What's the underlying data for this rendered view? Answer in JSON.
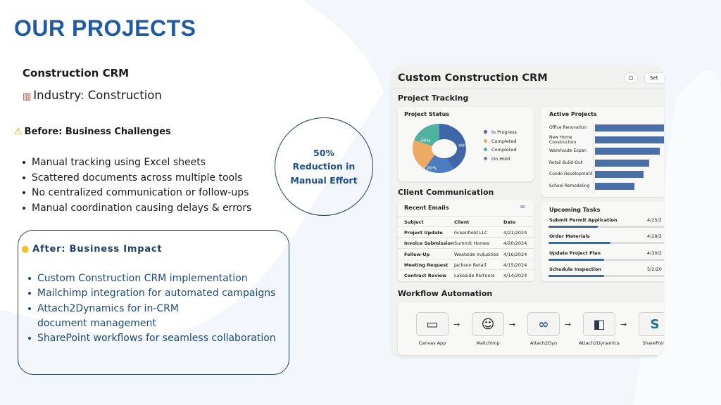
{
  "title": "OUR PROJECTS",
  "project_name": "Construction CRM",
  "industry": "Industry: Construction",
  "before": {
    "heading": "Before: Business Challenges",
    "items": [
      "Manual tracking using Excel sheets",
      "Scattered documents across multiple tools",
      "No centralized communication or follow-ups",
      "Manual coordination causing delays & errors"
    ]
  },
  "stat": {
    "value": "50%",
    "line1": "Reduction in",
    "line2": "Manual Effort"
  },
  "after": {
    "heading": "After: Business Impact",
    "items": [
      "Custom Construction CRM implementation",
      "Mailchimp integration for automated campaigns",
      "Attach2Dynamics for in-CRM document management",
      "SharePoint workflows for seamless collaboration"
    ]
  },
  "crm": {
    "title": "Custom Construction CRM",
    "settings_label": "Set",
    "tracking_heading": "Project Tracking",
    "status": {
      "title": "Project Status",
      "slices": [
        {
          "label": "40%",
          "value": 40,
          "color": "#3f67a8"
        },
        {
          "label": "",
          "value": 20,
          "color": "#4b7cc0"
        },
        {
          "label": "20%",
          "value": 20,
          "color": "#eeaa62"
        },
        {
          "label": "20%",
          "value": 20,
          "color": "#4fb3a0"
        }
      ],
      "legend": [
        {
          "label": "In Progress",
          "color": "#3f67a8"
        },
        {
          "label": "Completed",
          "color": "#eeaa62"
        },
        {
          "label": "Completed",
          "color": "#4fb3a0"
        },
        {
          "label": "On Hold",
          "color": "#9b6fbf"
        }
      ]
    },
    "active": {
      "title": "Active Projects",
      "projects": [
        {
          "name": "Office Renovation",
          "value": 100
        },
        {
          "name": "New Home Construction",
          "value": 100
        },
        {
          "name": "Warehoute Expan",
          "value": 88
        },
        {
          "name": "Retail Build-Out",
          "value": 74
        },
        {
          "name": "Condo Development",
          "value": 66
        },
        {
          "name": "School Remodeling",
          "value": 54
        }
      ]
    },
    "comm_heading": "Client Communication",
    "emails": {
      "title": "Recent Emails",
      "headers": [
        "Subject",
        "Client",
        "Date"
      ],
      "rows": [
        [
          "Project Update",
          "Greenfield LLC",
          "4/21/2024"
        ],
        [
          "Invoice Submission",
          "Summit Homes",
          "4/20/2024"
        ],
        [
          "Follow-Up",
          "Weatside Indusities",
          "4/16/2024"
        ],
        [
          "Meeting Request",
          "Jackson Retail",
          "4/15/2024"
        ],
        [
          "Contract Review",
          "Lakeside Partners",
          "4/14/2024"
        ]
      ]
    },
    "tasks": {
      "title": "Upcoming Tasks",
      "items": [
        {
          "name": "Submit Permit Application",
          "date": "4/25/2",
          "progress": 0.4
        },
        {
          "name": "Order Materials",
          "date": "4/28/2",
          "progress": 0.5
        },
        {
          "name": "Update Project Plan",
          "date": "4/30/2",
          "progress": 0.45
        },
        {
          "name": "Schedule Inspection",
          "date": "5/2/20",
          "progress": 0.45
        }
      ]
    },
    "workflow_heading": "Workflow Automation",
    "workflow": [
      "Canvas App",
      "Malichimp",
      "Attach2Dyn",
      "Attach2Dynamics",
      "SharePoint"
    ]
  }
}
